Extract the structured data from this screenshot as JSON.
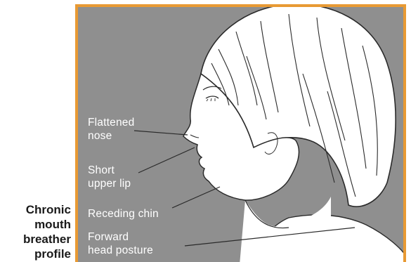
{
  "caption": {
    "lines": [
      "Chronic",
      "mouth",
      "breather",
      "profile"
    ]
  },
  "labels": {
    "flattened_nose": [
      "Flattened",
      "nose"
    ],
    "short_upper_lip": [
      "Short",
      "upper lip"
    ],
    "receding_chin": [
      "Receding chin"
    ],
    "forward_head_posture": [
      "Forward",
      "head posture"
    ]
  },
  "colors": {
    "frame_border": "#e89a34",
    "background": "#8f8f8f",
    "figure_fill": "#ffffff",
    "label_text": "#ffffff"
  }
}
